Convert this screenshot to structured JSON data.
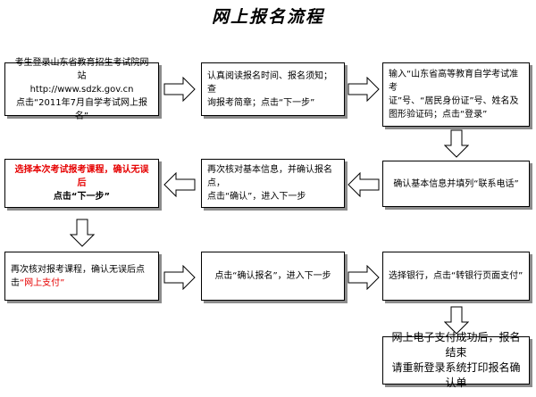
{
  "title": "网上报名流程",
  "boxes": {
    "b1": {
      "line1": "考生登录山东省教育招生考试院网站",
      "line2": "http://www.sdzk.gov.cn",
      "line3": "点击“2011年7月自学考试网上报名”"
    },
    "b2": {
      "line1": "认真阅读报名时间、报名须知；查",
      "line2": "询报考简章；点击“下一步”"
    },
    "b3": {
      "line1": "输入“山东省高等教育自学考试准考",
      "line2": "证”号、“居民身份证”号、姓名及",
      "line3": "图形验证码；点击“登录”"
    },
    "b4": {
      "line1": "选择本次考试报考课程，确认无误后",
      "line2": "点击“下一步”"
    },
    "b5": {
      "line1": "再次核对基本信息，并确认报名点，",
      "line2": "点击“确认”，进入下一步"
    },
    "b6": {
      "line1": "确认基本信息并填列“联系电话”"
    },
    "b7": {
      "line1": "再次核对报考课程，确认无误后点",
      "line2": "击“网上支付”"
    },
    "b8": {
      "line1": "点击“确认报名”，进入下一步"
    },
    "b9": {
      "line1": "选择银行，点击“转银行页面支付”"
    },
    "b10": {
      "line1": "网上电子支付成功后，报名结束",
      "line2": "请重新登录系统打印报名确认单"
    }
  },
  "colors": {
    "highlight": "#e60000",
    "shadow": "#8c8c8c",
    "border": "#000000"
  }
}
